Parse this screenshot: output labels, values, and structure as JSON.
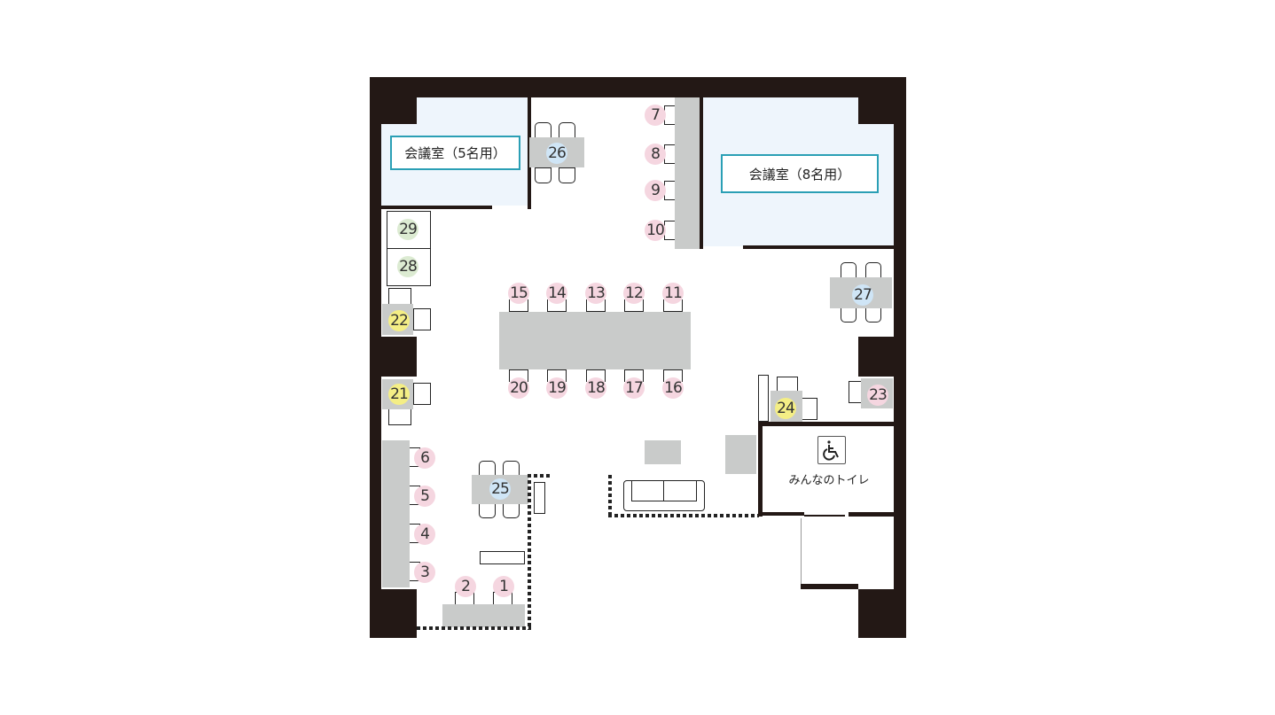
{
  "rooms": {
    "meeting_small": "会議室（5名用）",
    "meeting_large": "会議室（8名用）",
    "restroom": "みんなのトイレ"
  },
  "icons": {
    "restroom": "wheelchair-icon"
  },
  "colors": {
    "seat_pink": "#f5d6e0",
    "seat_blue": "#cfe5f6",
    "seat_green": "#dcebd2",
    "seat_yellow": "#f4ee85",
    "room_label_border": "#2a9fb5"
  },
  "seats": [
    "1",
    "2",
    "3",
    "4",
    "5",
    "6",
    "7",
    "8",
    "9",
    "10",
    "11",
    "12",
    "13",
    "14",
    "15",
    "16",
    "17",
    "18",
    "19",
    "20",
    "21",
    "22",
    "23",
    "24",
    "25",
    "26",
    "27",
    "28",
    "29"
  ]
}
